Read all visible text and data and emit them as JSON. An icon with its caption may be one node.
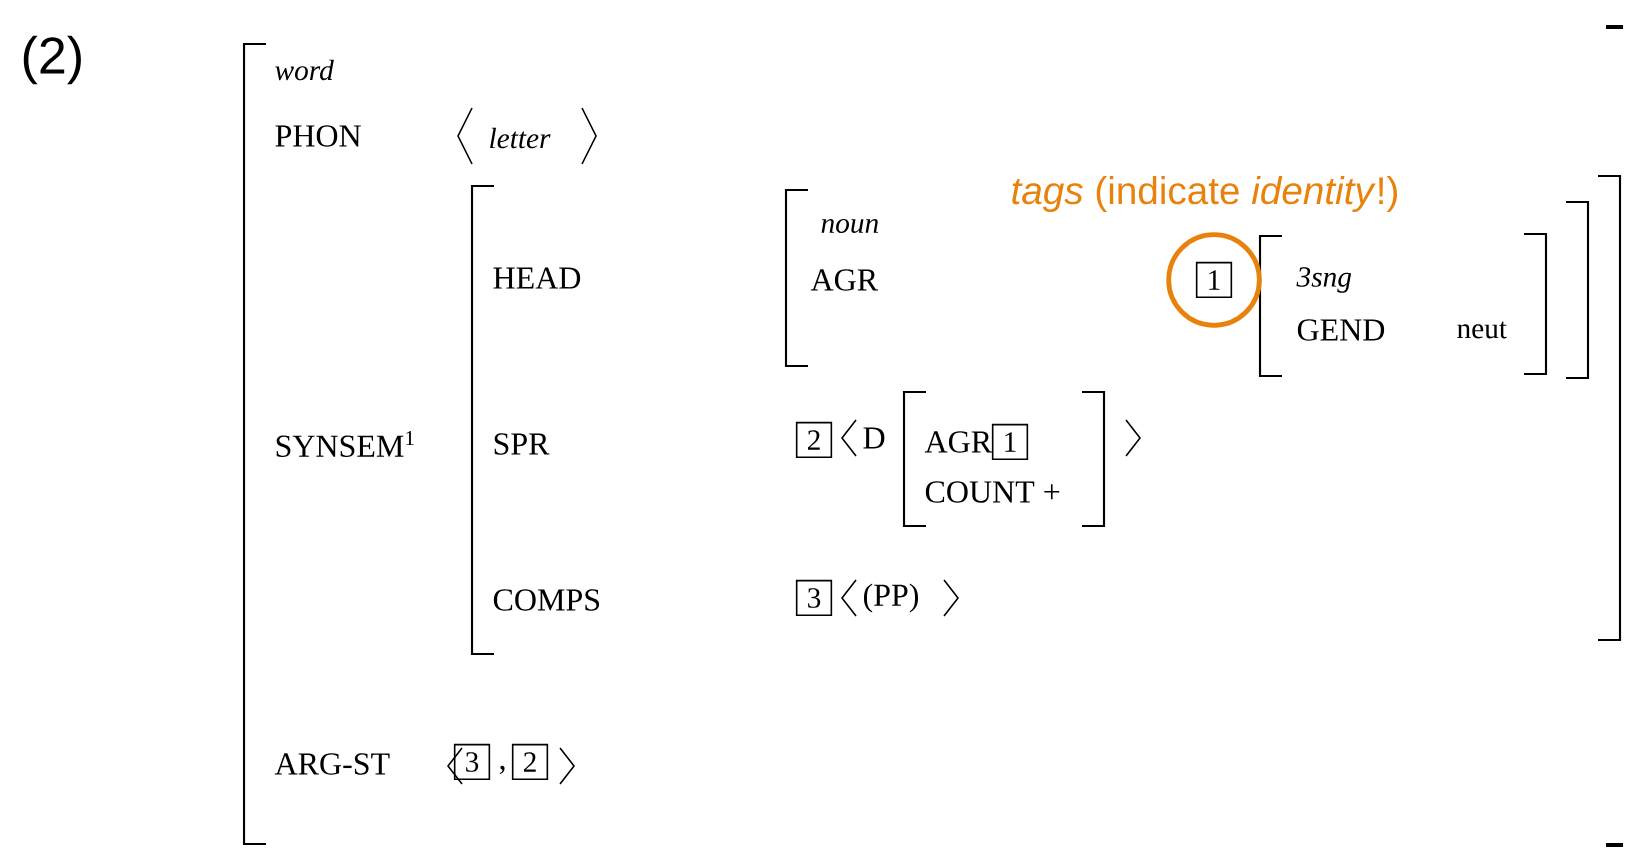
{
  "diagram": {
    "nodes": [
      {
        "text": [],
        "shape": "circle"
      },
      {
        "text": [
          "1"
        ],
        "in": 0
      },
      {
        "text": [
          "2"
        ]
      },
      {
        "text": [
          "1"
        ]
      },
      {
        "text": [
          "3"
        ]
      },
      {
        "text": [
          "3"
        ]
      },
      {
        "text": [
          "2"
        ]
      }
    ],
    "labels": [
      "(2)",
      "word",
      "PHON",
      "letter",
      "*tags* (indicate *identity*!)",
      "noun",
      "HEAD",
      "AGR",
      "3sng",
      "GEND",
      "neut",
      "SYNSEM$^{1}$",
      "SPR",
      "D",
      "AGR",
      "COUNT +",
      "COMPS",
      "(PP)",
      "ARG-ST",
      ","
    ]
  }
}
